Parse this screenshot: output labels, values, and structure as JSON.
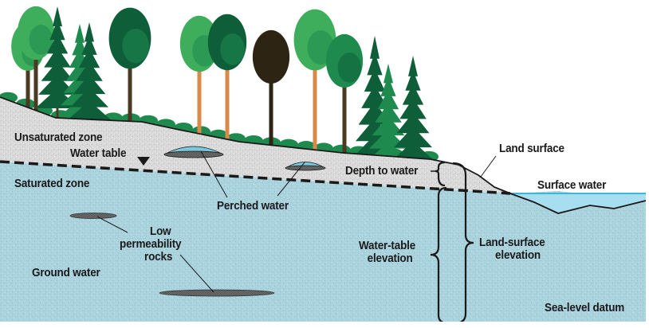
{
  "title": "Ground-water zones cross-section",
  "colors": {
    "sky": "#ffffff",
    "unsaturated": "#d8d8d8",
    "saturated": "#a9d3de",
    "surface_water": "#a8dff0",
    "perched_water": "#7cc7dc",
    "low_permeability": "#6a6a6a",
    "outline": "#1a1a1a",
    "tree_dark": "#0f5e3a",
    "tree_mid": "#1e8a4e",
    "tree_light": "#3fae5c",
    "tree_brown": "#2e2414",
    "trunk": "#4a3a22",
    "trunk_orange": "#d88a4a"
  },
  "labels": {
    "unsaturated_zone": "Unsaturated zone",
    "water_table": "Water table",
    "saturated_zone": "Saturated zone",
    "perched_water": "Perched water",
    "depth_to_water": "Depth to water",
    "land_surface": "Land surface",
    "surface_water": "Surface water",
    "low_permeability_line1": "Low",
    "low_permeability_line2": "permeability",
    "low_permeability_line3": "rocks",
    "ground_water": "Ground water",
    "water_table_elevation_line1": "Water-table",
    "water_table_elevation_line2": "elevation",
    "land_surface_elevation_line1": "Land-surface",
    "land_surface_elevation_line2": "elevation",
    "sea_level_datum": "Sea-level datum"
  },
  "icons": {
    "water_table_marker": "inverted-triangle"
  }
}
